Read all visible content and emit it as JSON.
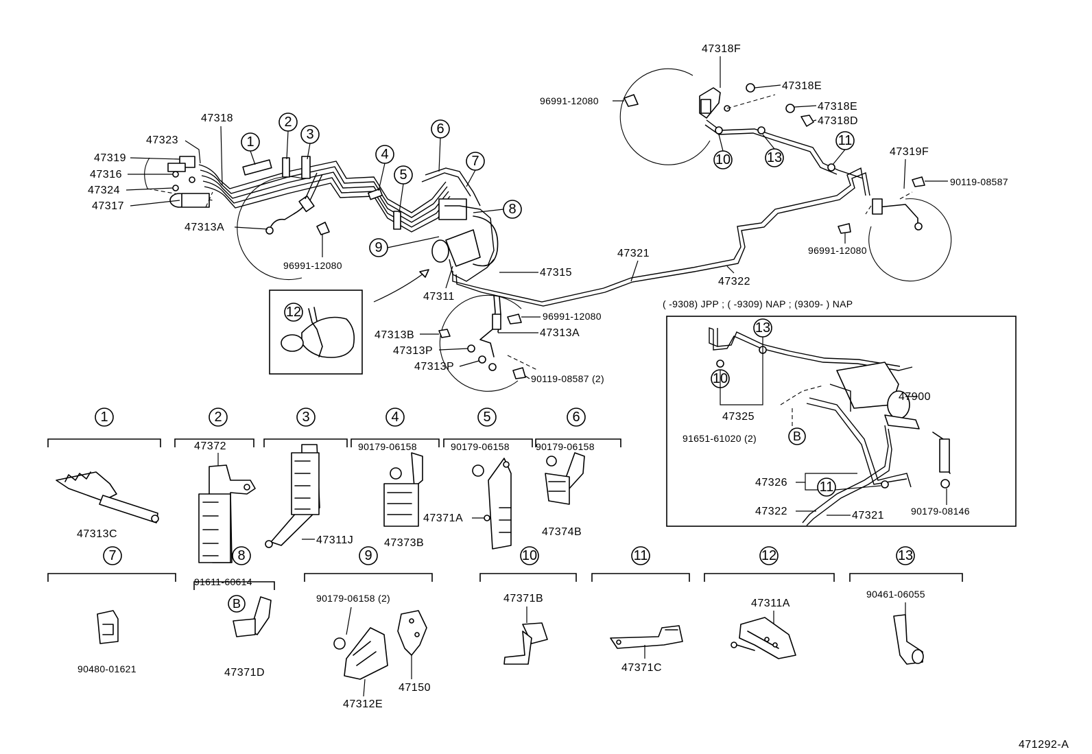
{
  "labels": {
    "p47318F": "47318F",
    "p47318E_a": "47318E",
    "p47318E_b": "47318E",
    "p47318D": "47318D",
    "p96991_12080_a": "96991-12080",
    "p96991_12080_b": "96991-12080",
    "p96991_12080_c": "96991-12080",
    "p96991_12080_d": "96991-12080",
    "p47319F": "47319F",
    "p90119_08587": "90119-08587",
    "p90119_08587_2": "90119-08587 (2)",
    "p47318": "47318",
    "p47323": "47323",
    "p47319": "47319",
    "p47316": "47316",
    "p47324": "47324",
    "p47317": "47317",
    "p47313A_a": "47313A",
    "p47313A_b": "47313A",
    "p47321": "47321",
    "p47322": "47322",
    "p47315": "47315",
    "p47311": "47311",
    "p47313B": "47313B",
    "p47313P_a": "47313P",
    "p47313P_b": "47313P",
    "inset_header": "(       -9308) JPP ; (       -9309) NAP ; (9309-       ) NAP",
    "p47900": "47900",
    "p47325": "47325",
    "p91651_61020": "91651-61020 (2)",
    "p47326": "47326",
    "p47322_inset": "47322",
    "p47321_inset": "47321",
    "p90179_08146": "90179-08146",
    "p47372": "47372",
    "p90179_06158_a": "90179-06158",
    "p90179_06158_b": "90179-06158",
    "p90179_06158_c": "90179-06158",
    "p47313C": "47313C",
    "p47311J": "47311J",
    "p47373B": "47373B",
    "p47371A": "47371A",
    "p47374B": "47374B",
    "p91611_60614": "91611-60614",
    "p90480_01621": "90480-01621",
    "p47371D": "47371D",
    "p90179_06158_2": "90179-06158 (2)",
    "p47312E": "47312E",
    "p47150": "47150",
    "p47371B": "47371B",
    "p47371C": "47371C",
    "p47311A": "47311A",
    "p90461_06055": "90461-06055",
    "diagram_id": "471292-A"
  },
  "callouts": {
    "c1": "1",
    "c2": "2",
    "c3": "3",
    "c4": "4",
    "c5": "5",
    "c6": "6",
    "c7": "7",
    "c8": "8",
    "c9": "9",
    "c10": "10",
    "c11": "11",
    "c12": "12",
    "c13": "13",
    "cB": "B"
  }
}
